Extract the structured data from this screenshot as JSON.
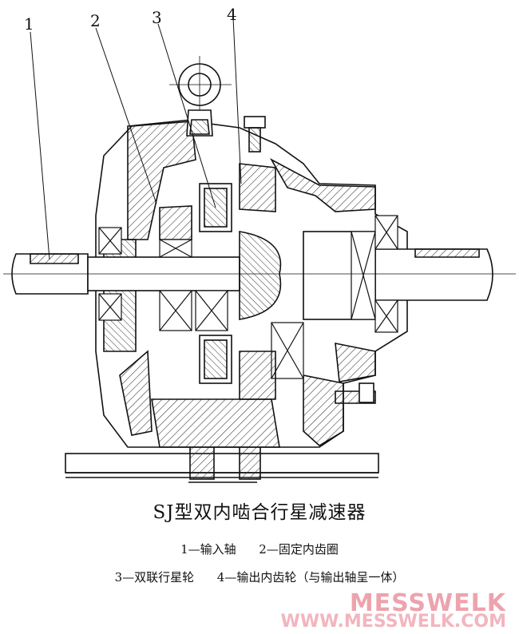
{
  "callouts": {
    "c1": "1",
    "c2": "2",
    "c3": "3",
    "c4": "4"
  },
  "caption": {
    "title": "SJ型双内啮合行星减速器",
    "legend": [
      "1—输入轴",
      "2—固定内齿圈",
      "3—双联行星轮",
      "4—输出内齿轮（与输出轴呈一体）"
    ]
  },
  "watermark": {
    "logo": "MESSWELK",
    "url": "WWW.MESSWELK.COM"
  },
  "colors": {
    "line": "#111111",
    "hatch": "#333333",
    "watermark": "#ec9aa6"
  }
}
